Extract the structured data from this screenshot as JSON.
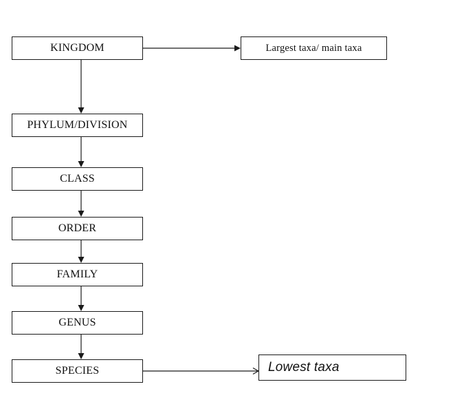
{
  "diagram": {
    "nodes": [
      {
        "id": "kingdom",
        "label": "KINGDOM"
      },
      {
        "id": "phylum",
        "label": "PHYLUM/DIVISION"
      },
      {
        "id": "class",
        "label": "CLASS"
      },
      {
        "id": "order",
        "label": "ORDER"
      },
      {
        "id": "family",
        "label": "FAMILY"
      },
      {
        "id": "genus",
        "label": "GENUS"
      },
      {
        "id": "species",
        "label": "SPECIES"
      }
    ],
    "annotations": [
      {
        "id": "largest",
        "label": "Largest taxa/ main taxa"
      },
      {
        "id": "lowest",
        "label": "Lowest taxa"
      }
    ],
    "edges": [
      {
        "from": "kingdom",
        "to": "phylum"
      },
      {
        "from": "phylum",
        "to": "class"
      },
      {
        "from": "class",
        "to": "order"
      },
      {
        "from": "order",
        "to": "family"
      },
      {
        "from": "family",
        "to": "genus"
      },
      {
        "from": "genus",
        "to": "species"
      },
      {
        "from": "kingdom",
        "to": "largest"
      },
      {
        "from": "species",
        "to": "lowest"
      }
    ]
  }
}
